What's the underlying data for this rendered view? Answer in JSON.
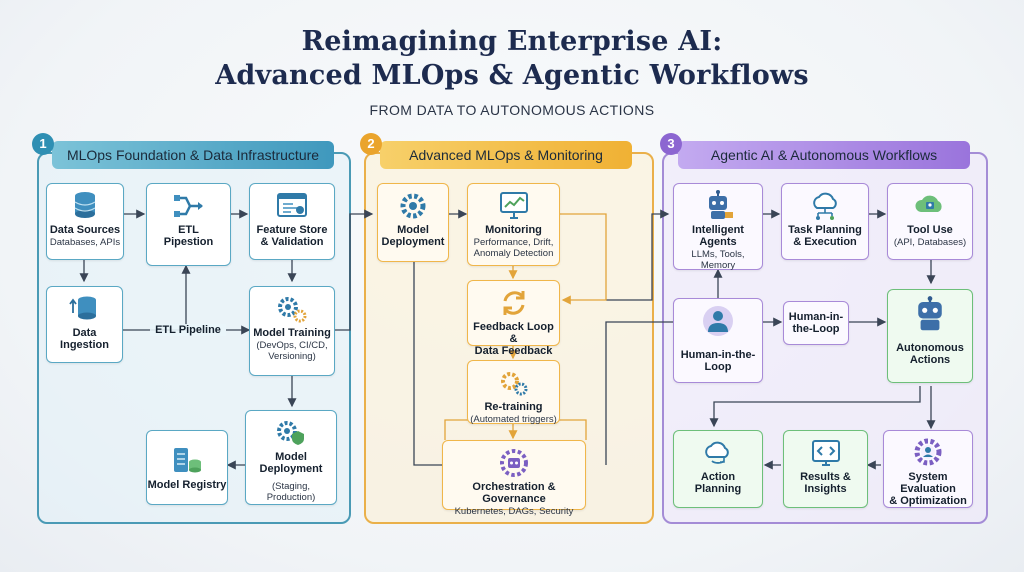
{
  "title_line1": "Reimagining Enterprise AI:",
  "title_line2": "Advanced MLOps & Agentic Workflows",
  "subtitle": "FROM DATA TO AUTONOMOUS ACTIONS",
  "sections": [
    {
      "number": "1",
      "title": "MLOps Foundation & Data Infrastructure",
      "color": "#4a9ab5",
      "nodes": {
        "data_sources": {
          "label": "Data Sources",
          "sub": "Databases, APIs"
        },
        "etl_pipestion": {
          "label": "ETL\nPipestion"
        },
        "feature_store": {
          "label": "Feature Store\n& Validation"
        },
        "data_ingestion": {
          "label": "Data\nIngestion"
        },
        "etl_pipeline": {
          "label": "ETL Pipeline"
        },
        "model_training": {
          "label": "Model Training",
          "sub": "(DevOps, CI/CD,\nVersioning)"
        },
        "model_registry": {
          "label": "Model Registry"
        },
        "model_deployment": {
          "label": "Model Deployment",
          "sub": "(Staging,\nProduction)"
        }
      }
    },
    {
      "number": "2",
      "title": "Advanced MLOps & Monitoring",
      "color": "#eab04a",
      "nodes": {
        "model_deployment": {
          "label": "Model\nDeployment"
        },
        "monitoring": {
          "label": "Monitoring",
          "sub": "Performance, Drift,\nAnomaly Detection"
        },
        "feedback_loop": {
          "label": "Feedback Loop &\nData Feedback"
        },
        "retraining": {
          "label": "Re-training",
          "sub": "(Automated triggers)"
        },
        "orchestration": {
          "label": "Orchestration & Governance",
          "sub": "Kubernetes, DAGs, Security"
        }
      }
    },
    {
      "number": "3",
      "title": "Agentic AI & Autonomous Workflows",
      "color": "#a48cd6",
      "nodes": {
        "intelligent_agents": {
          "label": "Intelligent Agents",
          "sub": "LLMs, Tools,\nMemory"
        },
        "task_planning": {
          "label": "Task Planning\n& Execution"
        },
        "tool_use": {
          "label": "Tool Use",
          "sub": "(API, Databases)"
        },
        "human_loop_1": {
          "label": "Human-in-the-\nLoop"
        },
        "human_loop_2": {
          "label": "Human-in-\nthe-Loop"
        },
        "autonomous_actions": {
          "label": "Autonomous\nActions"
        },
        "action_planning": {
          "label": "Action\nPlanning"
        },
        "results_insights": {
          "label": "Results &\nInsights"
        },
        "system_evaluation": {
          "label": "System Evaluation\n& Optimization"
        }
      }
    }
  ]
}
